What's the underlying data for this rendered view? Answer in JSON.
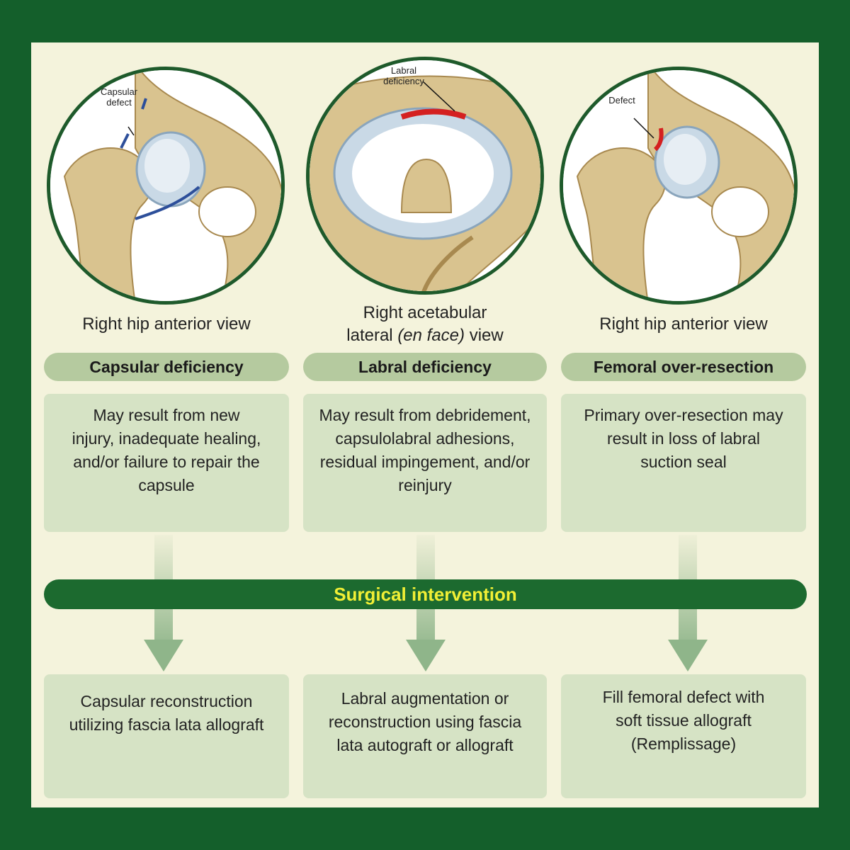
{
  "columns": [
    {
      "illustration_label": "Capsular\ndefect",
      "view": "Right hip anterior view",
      "view_line1": "Right hip anterior view",
      "heading": "Capsular deficiency",
      "cause": "May result from new injury, inadequate healing, and/or failure to repair the capsule",
      "treatment": "Capsular reconstruction utilizing fascia lata allograft"
    },
    {
      "illustration_label": "Labral\ndeficiency",
      "view_line1": "Right acetabular",
      "view_line2_prefix": "lateral ",
      "view_line2_italic": "(en face)",
      "view_line2_suffix": " view",
      "heading": "Labral deficiency",
      "cause": "May result from debridement, capsulolabral adhesions, residual impingement, and/or reinjury",
      "treatment": "Labral augmentation or reconstruction using fascia lata autograft or allograft"
    },
    {
      "illustration_label": "Defect",
      "view_line1": "Right hip anterior view",
      "heading": "Femoral over-resection",
      "cause": "Primary over-resection may result in loss of labral suction seal",
      "treatment": "Fill femoral defect with soft tissue allograft (Remplissage)"
    }
  ],
  "band_label": "Surgical intervention",
  "colors": {
    "frame": "#145f2b",
    "panel": "#f4f3dc",
    "pill": "#b5ca9f",
    "box": "#d6e3c5",
    "band": "#1c6a2f",
    "band_text": "#f1ef35",
    "arrow": "#8fb58a",
    "bone": "#d9c38f",
    "cartilage": "#c9d9e6",
    "capsule_line": "#2d4f9a",
    "defect": "#d42020"
  }
}
